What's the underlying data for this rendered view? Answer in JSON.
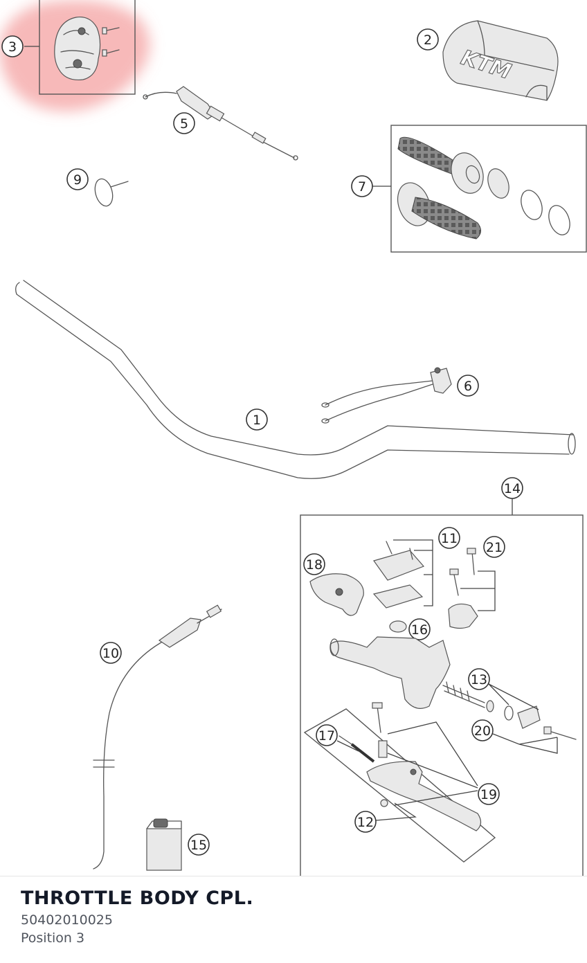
{
  "diagram": {
    "callouts": [
      "1",
      "2",
      "3",
      "5",
      "6",
      "7",
      "9",
      "10",
      "11",
      "12",
      "13",
      "14",
      "15",
      "16",
      "17",
      "18",
      "19",
      "20",
      "21"
    ],
    "highlight_color": "#f08080",
    "logo_text": "KTM"
  },
  "part_info": {
    "name": "THROTTLE BODY CPL.",
    "number": "50402010025",
    "position": "Position 3"
  }
}
